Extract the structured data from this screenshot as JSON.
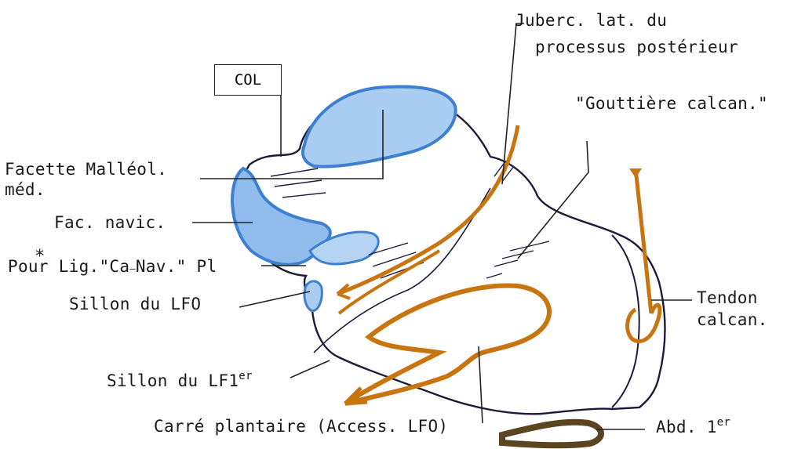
{
  "labels": {
    "col": "COL",
    "tuberc_line1": "Juberc. lat. du",
    "tuberc_line2": "processus postérieur",
    "gouttiere": "\"Gouttière calcan.\"",
    "facette_line1": "Facette Malléol.",
    "facette_line2": "méd.",
    "fac_navic": "Fac. navic.",
    "pour_lig_star": "*",
    "pour_lig": "Pour Lig.\"Ca",
    "pour_lig_dash": "—",
    "pour_lig_rest": "Nav.\" Pl",
    "sillon_lfo": "Sillon du LFO",
    "sillon_lf1_base": "Sillon du LF1",
    "sillon_lf1_sup": "er",
    "tendon_line1": "Tendon",
    "tendon_line2": "calcan.",
    "carre": "Carré plantaire (Access. LFO)",
    "abd_base": "Abd. 1",
    "abd_sup": "er"
  },
  "colors": {
    "outline": "#1c1c3a",
    "blue_facet": "#3d7fd0",
    "orange_tendon": "#c8740f",
    "brown_abd": "#5a4520",
    "leader": "#222222"
  }
}
